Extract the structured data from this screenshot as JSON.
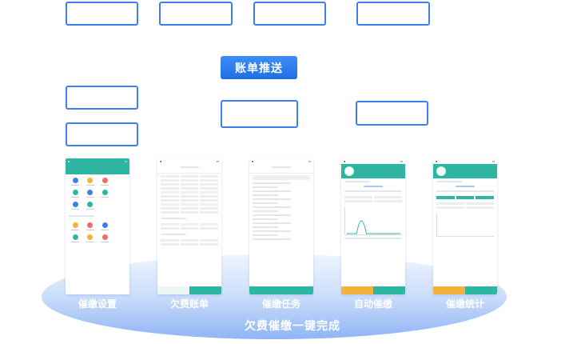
{
  "center_button": {
    "label": "账单推送"
  },
  "platform": {
    "title": "欠费催缴一键完成"
  },
  "phones": [
    {
      "label": "催缴设置"
    },
    {
      "label": "欠费账单"
    },
    {
      "label": "催缴任务"
    },
    {
      "label": "自动催缴"
    },
    {
      "label": "催缴统计"
    }
  ],
  "colors": {
    "accent": "#3d7ff0",
    "teal": "#2fb6a3",
    "orange": "#f4b23c",
    "platform": "#8fb5f4"
  }
}
